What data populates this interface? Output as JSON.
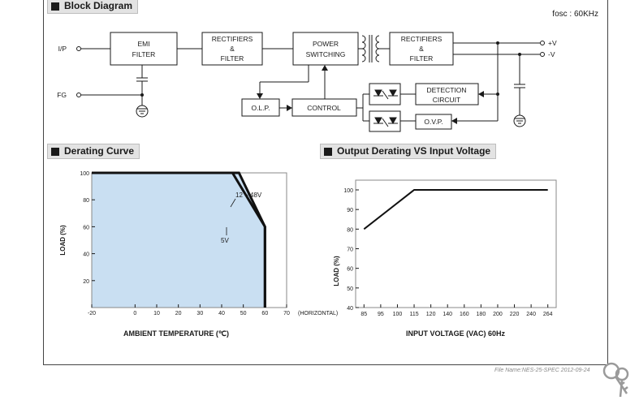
{
  "sections": {
    "block_diagram": "Block Diagram",
    "derating_curve": "Derating Curve",
    "output_derating": "Output Derating VS Input Voltage"
  },
  "fosc": "fosc : 60KHz",
  "block": {
    "ip": "I/P",
    "fg": "FG",
    "emi": [
      "EMI",
      "FILTER"
    ],
    "rect1": [
      "RECTIFIERS",
      "&",
      "FILTER"
    ],
    "power": [
      "POWER",
      "SWITCHING"
    ],
    "rect2": [
      "RECTIFIERS",
      "&",
      "FILTER"
    ],
    "detection": [
      "DETECTION",
      "CIRCUIT"
    ],
    "olp": "O.L.P.",
    "control": "CONTROL",
    "ovp": "O.V.P.",
    "vplus": "+V",
    "vminus": "-V"
  },
  "chart_data": [
    {
      "type": "area",
      "xlabel": "AMBIENT TEMPERATURE (℃)",
      "ylabel": "LOAD (%)",
      "x_ticks": [
        -20,
        0,
        10,
        20,
        30,
        40,
        50,
        60,
        70
      ],
      "x_axis_note": "(HORIZONTAL)",
      "y_ticks": [
        20,
        40,
        60,
        80,
        100
      ],
      "xlim": [
        -20,
        70
      ],
      "ylim": [
        0,
        100
      ],
      "series": [
        {
          "name": "12 ~ 48V",
          "x": [
            -20,
            48,
            60,
            60
          ],
          "y": [
            100,
            100,
            60,
            0
          ]
        },
        {
          "name": "5V",
          "x": [
            -20,
            45,
            60,
            60
          ],
          "y": [
            100,
            100,
            60,
            0
          ]
        }
      ],
      "fill_color": "#c9dff2"
    },
    {
      "type": "line",
      "xlabel": "INPUT VOLTAGE (VAC) 60Hz",
      "ylabel": "LOAD (%)",
      "x_ticks": [
        85,
        95,
        100,
        115,
        120,
        140,
        160,
        180,
        200,
        220,
        240,
        264
      ],
      "y_ticks": [
        40,
        50,
        60,
        70,
        80,
        90,
        100
      ],
      "ylim": [
        40,
        100
      ],
      "series": [
        {
          "x": [
            85,
            115,
            264
          ],
          "y": [
            80,
            100,
            100
          ]
        }
      ]
    }
  ],
  "footer": "File Name:NES-25-SPEC   2012-09-24"
}
